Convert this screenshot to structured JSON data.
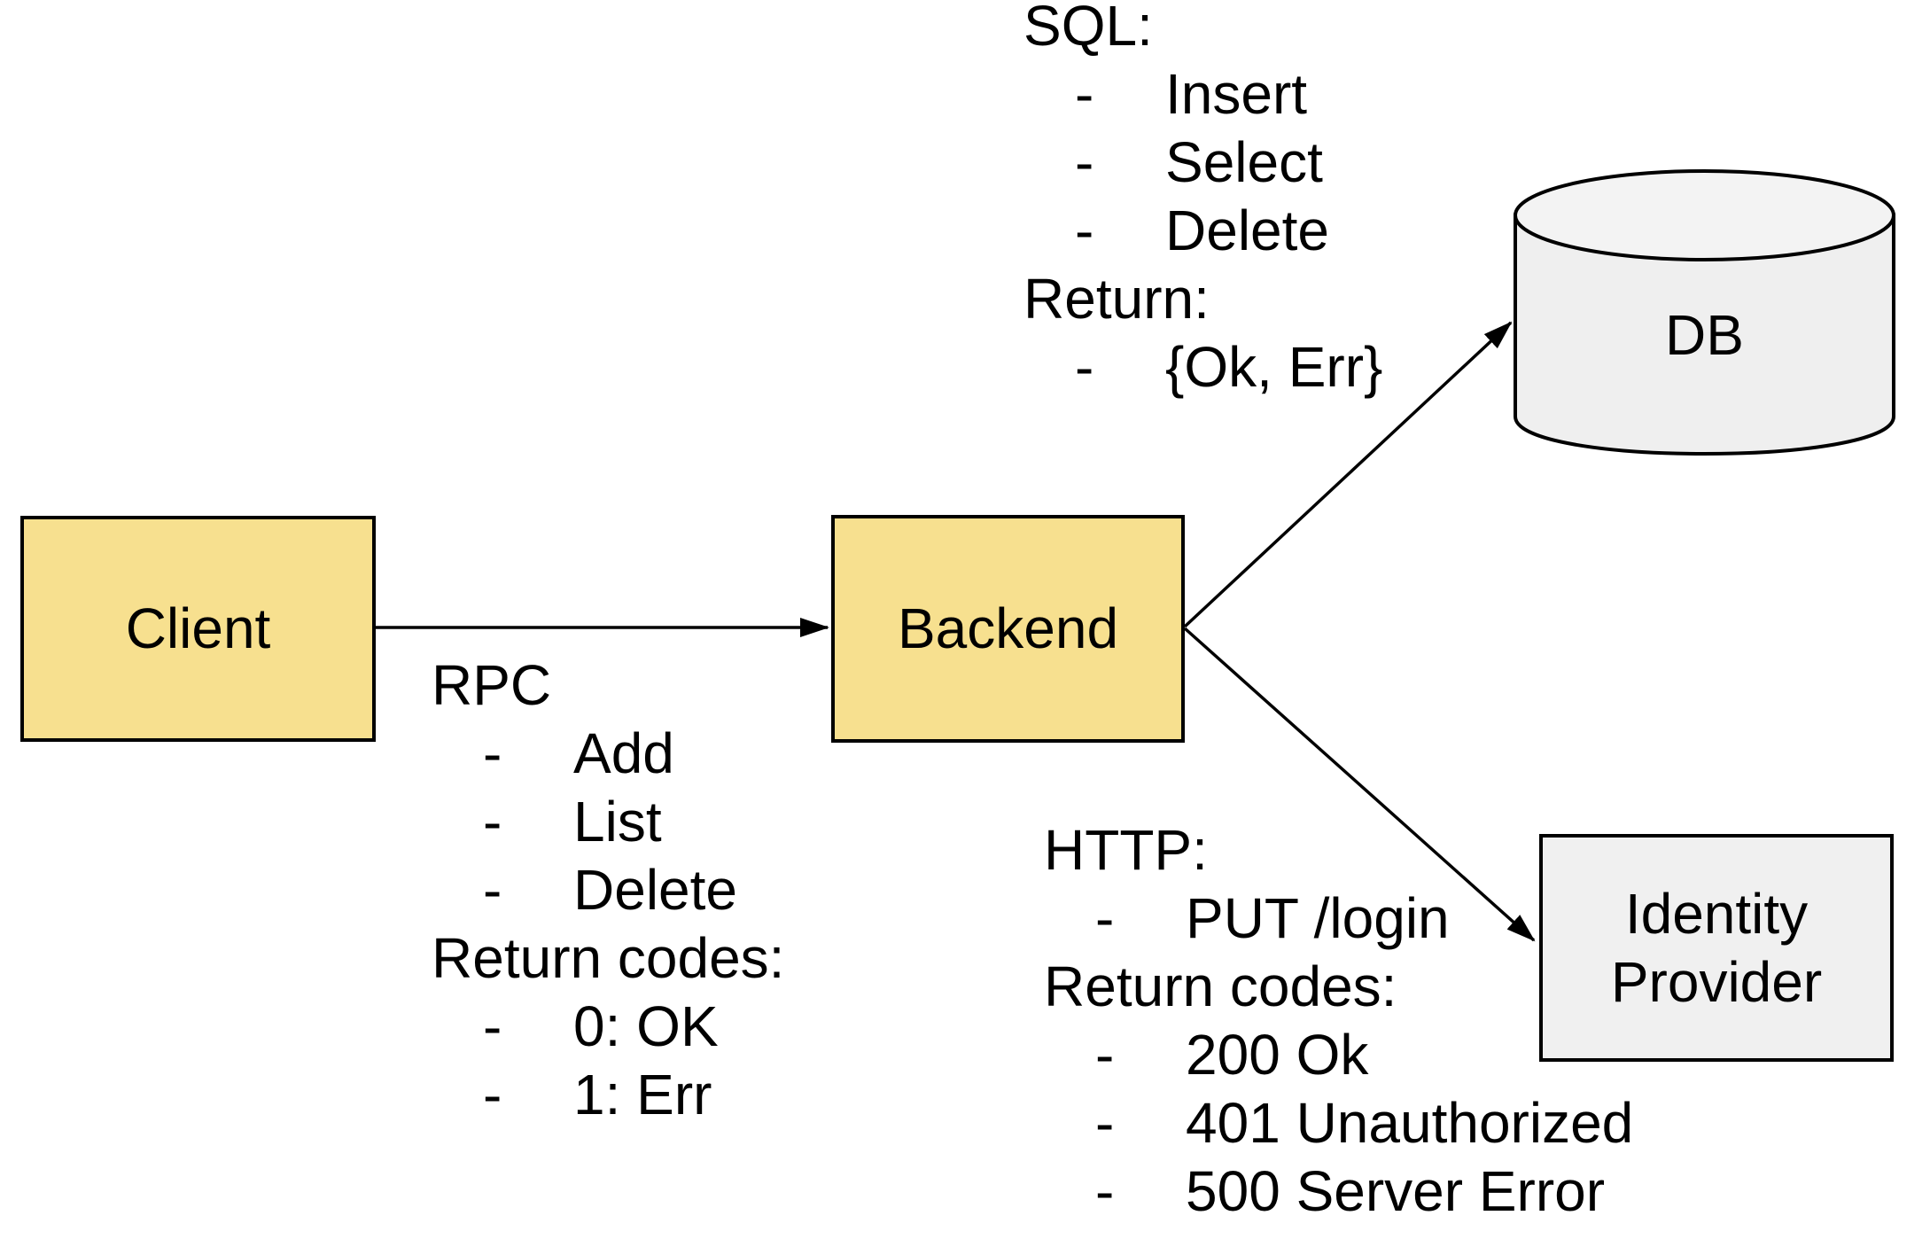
{
  "nodes": {
    "client": {
      "label": "Client"
    },
    "backend": {
      "label": "Backend"
    },
    "db": {
      "label": "DB"
    },
    "identity_provider": {
      "label": "Identity Provider",
      "lines": [
        "Identity",
        "Provider"
      ]
    }
  },
  "edges": [
    {
      "from": "Client",
      "to": "Backend"
    },
    {
      "from": "Backend",
      "to": "DB"
    },
    {
      "from": "Backend",
      "to": "Identity Provider"
    }
  ],
  "annotations": {
    "rpc": {
      "lines": [
        {
          "dash": "",
          "text": "RPC"
        },
        {
          "dash": "-",
          "text": "Add"
        },
        {
          "dash": "-",
          "text": "List"
        },
        {
          "dash": "-",
          "text": "Delete"
        },
        {
          "dash": "",
          "text": "Return codes:"
        },
        {
          "dash": "-",
          "text": "0: OK"
        },
        {
          "dash": "-",
          "text": "1: Err"
        }
      ]
    },
    "sql": {
      "lines": [
        {
          "dash": "",
          "text": "SQL:"
        },
        {
          "dash": "-",
          "text": "Insert"
        },
        {
          "dash": "-",
          "text": "Select"
        },
        {
          "dash": "-",
          "text": "Delete"
        },
        {
          "dash": "",
          "text": "Return:"
        },
        {
          "dash": "-",
          "text": "{Ok, Err}"
        }
      ]
    },
    "http": {
      "lines": [
        {
          "dash": "",
          "text": "HTTP:"
        },
        {
          "dash": "-",
          "text": "PUT /login"
        },
        {
          "dash": "",
          "text": "Return codes:"
        },
        {
          "dash": "-",
          "text": "200 Ok"
        },
        {
          "dash": "-",
          "text": "401 Unauthorized"
        },
        {
          "dash": "-",
          "text": "500 Server Error"
        }
      ]
    }
  },
  "colors": {
    "node_fill_yellow": "#F7E08F",
    "node_fill_gray": "#F0F0F0",
    "cylinder_top_fill": "#F3F3F3",
    "cylinder_body_fill": "#EFEFEF",
    "stroke": "#000000",
    "text": "#000000",
    "background": "#FFFFFF"
  }
}
